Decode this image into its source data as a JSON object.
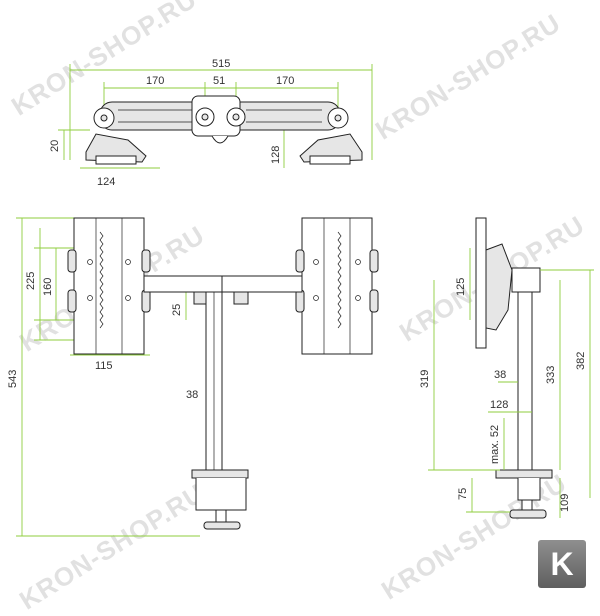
{
  "watermark": "KRON-SHOP.RU",
  "logo_letter": "K",
  "top_view": {
    "dims": {
      "total_width": "515",
      "arm_left": "170",
      "center": "51",
      "arm_right": "170",
      "height_left": "20",
      "height_right": "128",
      "base_width": "124"
    }
  },
  "front_view": {
    "dims": {
      "total_height": "543",
      "plate_225": "225",
      "plate_160": "160",
      "plate_115": "115",
      "arm_25": "25",
      "pole_38": "38"
    }
  },
  "side_view": {
    "dims": {
      "d125": "125",
      "d382": "382",
      "d333": "333",
      "d319": "319",
      "d38": "38",
      "d128": "128",
      "max52": "max. 52",
      "d75": "75",
      "d109": "109"
    }
  }
}
